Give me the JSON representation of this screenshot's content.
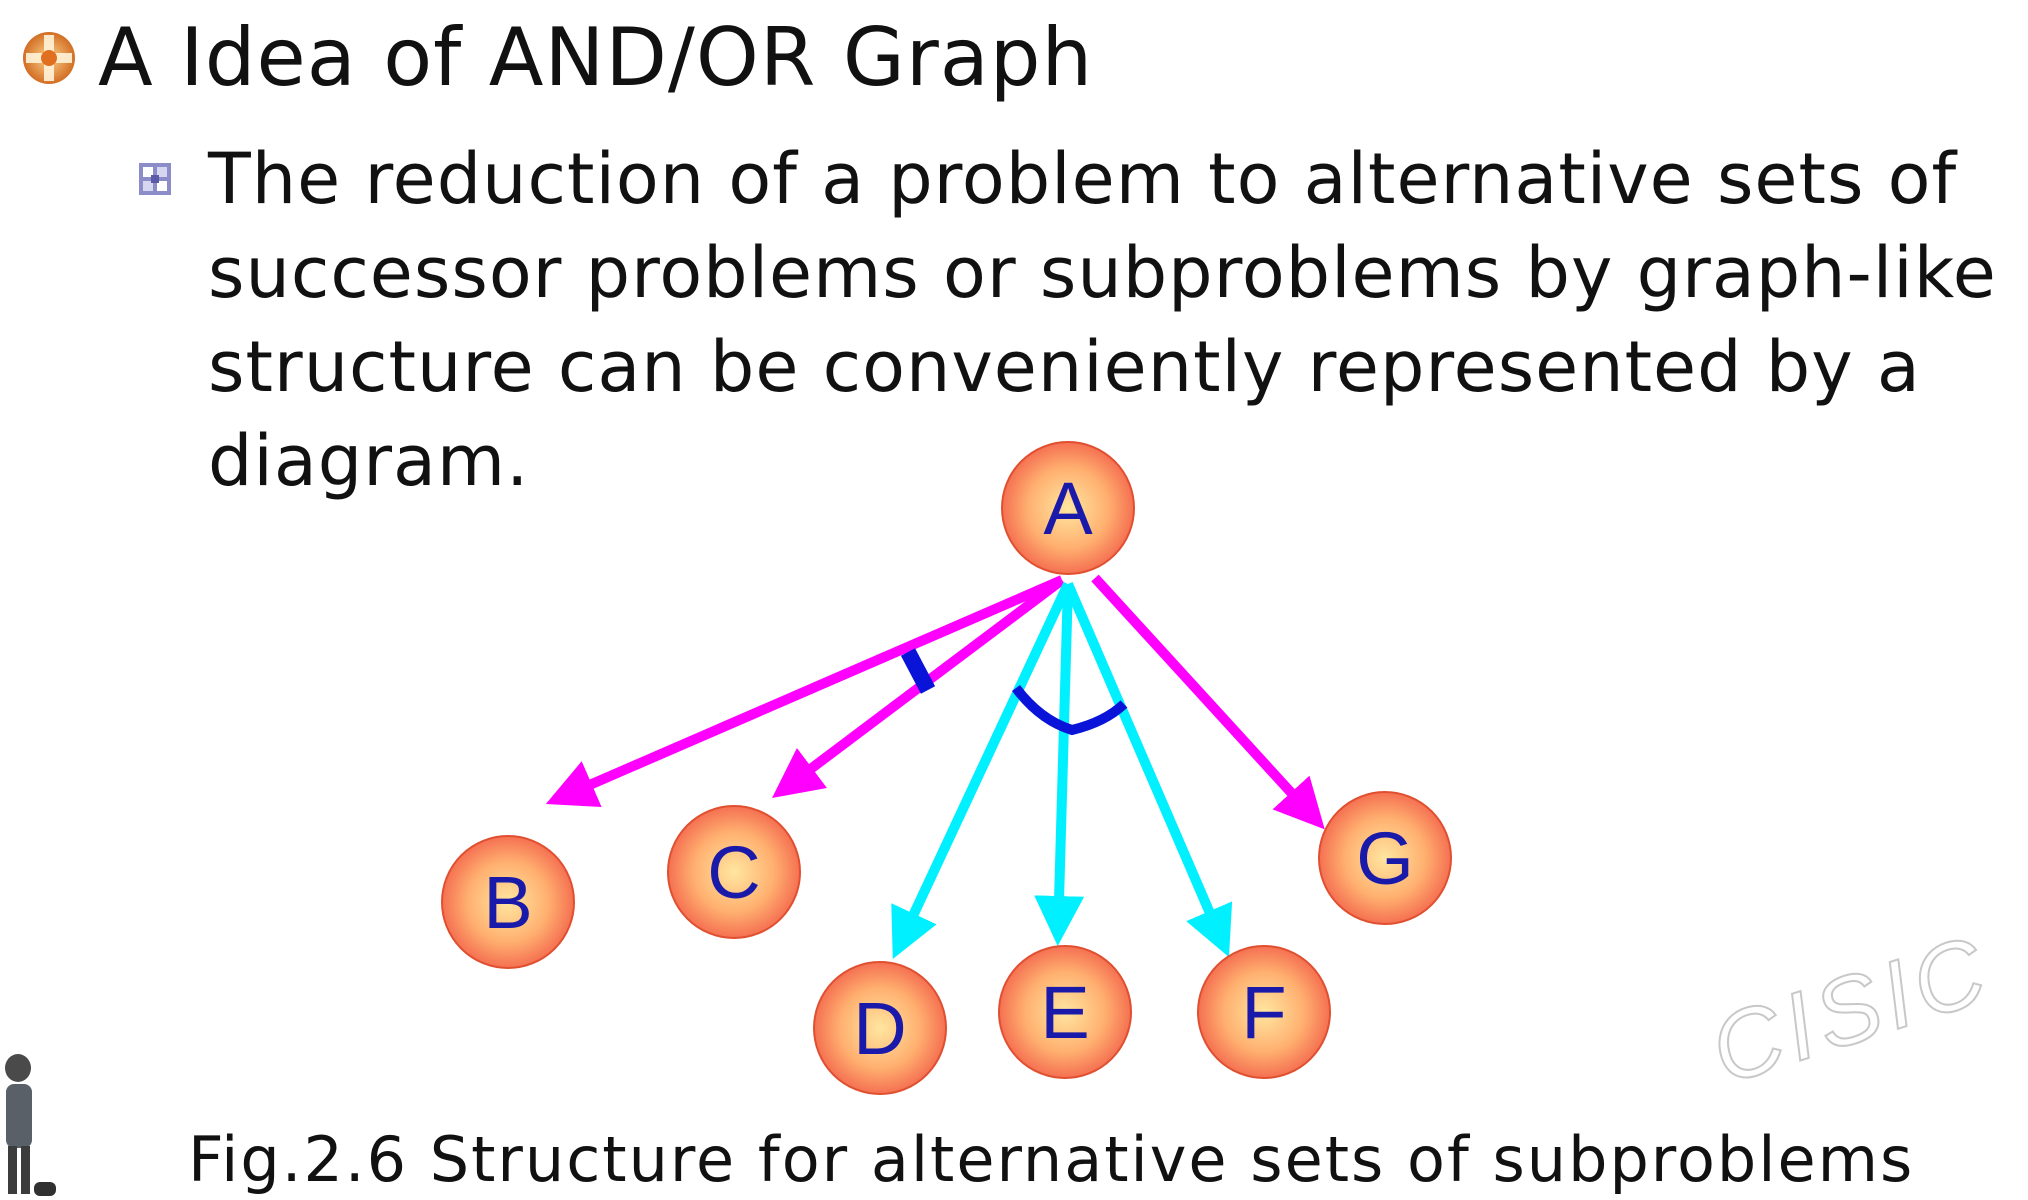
{
  "slide": {
    "title": "A Idea of AND/OR Graph",
    "bullet_lines": [
      "The reduction of a problem to alternative sets of",
      "successor problems or subproblems by graph-like",
      "structure can be conveniently represented by a",
      "diagram."
    ],
    "caption": "Fig.2.6   Structure for alternative sets of subproblems",
    "watermark": "CISIC"
  },
  "icons": {
    "title_bullet": "orange-diamond-bullet-icon",
    "sub_bullet": "square-bullet-icon",
    "corner_figure": "standing-person-figure-icon"
  },
  "colors": {
    "node_fill_center": "#ffe6a0",
    "node_fill_edge": "#f2604a",
    "node_label": "#1a1aaa",
    "and_group_1_edges": "#ff00ff",
    "and_group_2_edges": "#00f0ff",
    "and_arc": "#0a14d8"
  },
  "diagram": {
    "nodes": [
      {
        "id": "A",
        "label": "A"
      },
      {
        "id": "B",
        "label": "B"
      },
      {
        "id": "C",
        "label": "C"
      },
      {
        "id": "D",
        "label": "D"
      },
      {
        "id": "E",
        "label": "E"
      },
      {
        "id": "F",
        "label": "F"
      },
      {
        "id": "G",
        "label": "G"
      }
    ],
    "edges": [
      {
        "from": "A",
        "to": "B",
        "group": "and-1"
      },
      {
        "from": "A",
        "to": "C",
        "group": "and-1"
      },
      {
        "from": "A",
        "to": "D",
        "group": "and-2"
      },
      {
        "from": "A",
        "to": "E",
        "group": "and-2"
      },
      {
        "from": "A",
        "to": "F",
        "group": "and-2"
      },
      {
        "from": "A",
        "to": "G",
        "group": "single"
      }
    ]
  }
}
